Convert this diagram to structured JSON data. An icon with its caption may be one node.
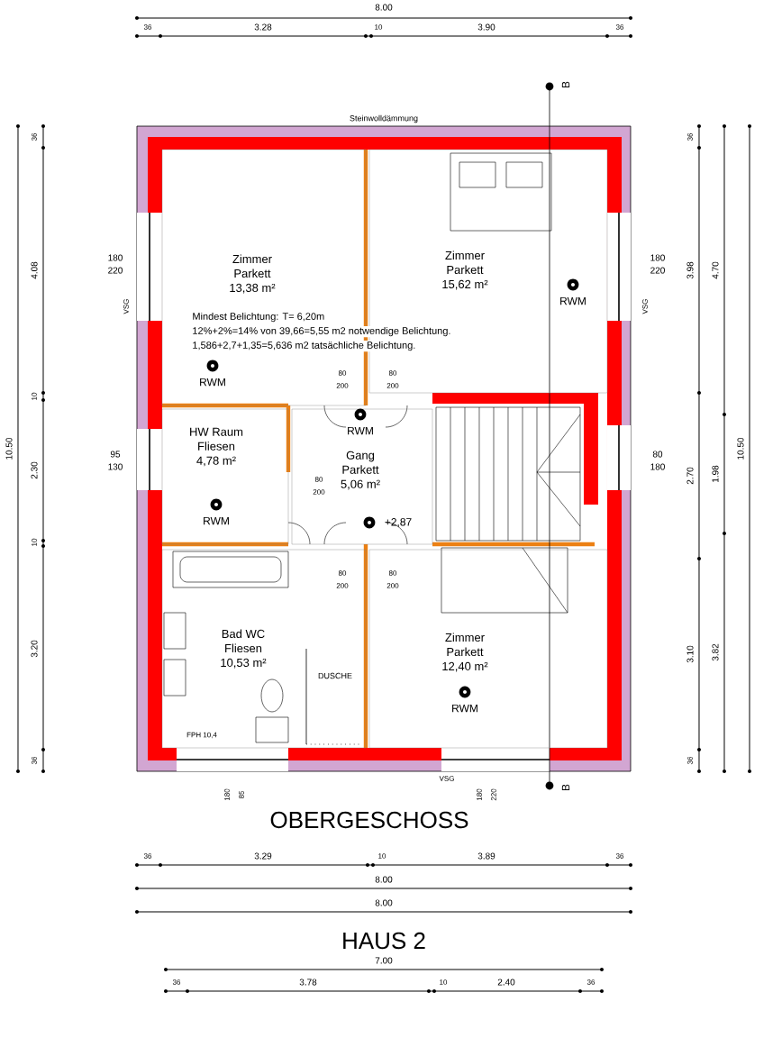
{
  "diagram": {
    "title": "OBERGESCHOSS",
    "nodes": [
      {
        "text": [
          "Zimmer",
          "Parkett",
          "13,38 m²"
        ]
      },
      {
        "text": [
          "Zimmer",
          "Parkett",
          "15,62 m²"
        ]
      },
      {
        "text": [
          "HW Raum",
          "Fliesen",
          "4,78 m²"
        ]
      },
      {
        "text": [
          "Gang",
          "Parkett",
          "5,06 m²"
        ]
      },
      {
        "text": [
          "Bad WC",
          "Fliesen",
          "10,53 m²"
        ]
      },
      {
        "text": [
          "Zimmer",
          "Parkett",
          "12,40 m²"
        ]
      }
    ],
    "labels": [
      "8.00",
      "36",
      "3.28",
      "10",
      "3.90",
      "36",
      "Steinwolldämmung",
      "36",
      "4.08",
      "10",
      "2.30",
      "10",
      "3.20",
      "36",
      "10.50",
      "36",
      "3.98",
      "2.70",
      "3.10",
      "36",
      "4.70",
      "1.98",
      "3.82",
      "10.50",
      "180",
      "220",
      "VSG",
      "180",
      "220",
      "VSG",
      "95",
      "130",
      "80",
      "180",
      "Mindest Belichtung: T= 6,20m",
      "12%+2%=14% von 39,66=5,55 m2 notwendige Belichtung.",
      "1,586+2,7+1,35=5,636 m2 tatsächliche Belichtung.",
      "RWM",
      "RWM",
      "RWM",
      "RWM",
      "RWM",
      "+2,87",
      "80",
      "200",
      "80",
      "200",
      "80",
      "200",
      "80",
      "200",
      "80",
      "200",
      "DUSCHE",
      "FPH 10,4",
      "180",
      "85",
      "180",
      "220",
      "VSG",
      "B",
      "B",
      "36",
      "3.29",
      "10",
      "3.89",
      "36",
      "8.00",
      "8.00",
      "HAUS 2",
      "7.00",
      "36",
      "3.78",
      "10",
      "2.40",
      "36"
    ]
  }
}
